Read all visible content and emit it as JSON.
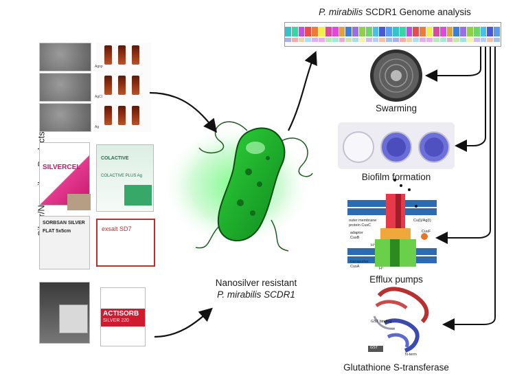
{
  "side_label": "Silver/Nanosilver Products",
  "center": {
    "title": "Nanosilver resistant",
    "strain": "P. mirabilis SCDR1"
  },
  "genome": {
    "title_italic": "P. mirabilis",
    "title_rest": " SCDR1 Genome analysis",
    "colors": [
      "#35c2c9",
      "#e04ad6",
      "#4a58d8",
      "#f0f04a",
      "#6dd56a",
      "#e84d4d",
      "#9b6fe0",
      "#37d6a6",
      "#e0a23a",
      "#5a9bf0",
      "#d94a9e",
      "#49c0e8",
      "#f07a3a",
      "#8fd04a",
      "#c050e0",
      "#3a7fd8"
    ]
  },
  "products": {
    "silvercel": "SILVERCEL",
    "colactive": "COLACTIVE",
    "colactive_plus": "COLACTIVE PLUS Ag",
    "sorbsan": "SORBSAN SILVER",
    "sorbsan_flat": "FLAT 5x5cm",
    "exsalt": "exsalt SD7",
    "actisorb": "ACTISORB",
    "actisorb_sub": "SILVER 220",
    "vial_row_labels": [
      "Agnp",
      "AgCl",
      "Ag"
    ]
  },
  "outcomes": {
    "swarming": "Swarming",
    "biofilm": "Biofilm formation",
    "efflux": "Efflux pumps",
    "gst": "Glutathione S-transferase"
  },
  "efflux_labels": {
    "outer": "outer membrane",
    "outer2": "protein CusC",
    "adaptor": "adaptor",
    "adaptor2": "CusB",
    "transporter": "transporter",
    "transporter2": "CusA",
    "metal": "Cu(I)/Ag(I)",
    "cusf": "CusF",
    "h1": "H⁺",
    "h2": "H⁺"
  },
  "gst_labels": {
    "binding": "GST binding",
    "nterm": "N-term",
    "tag": "GST"
  }
}
